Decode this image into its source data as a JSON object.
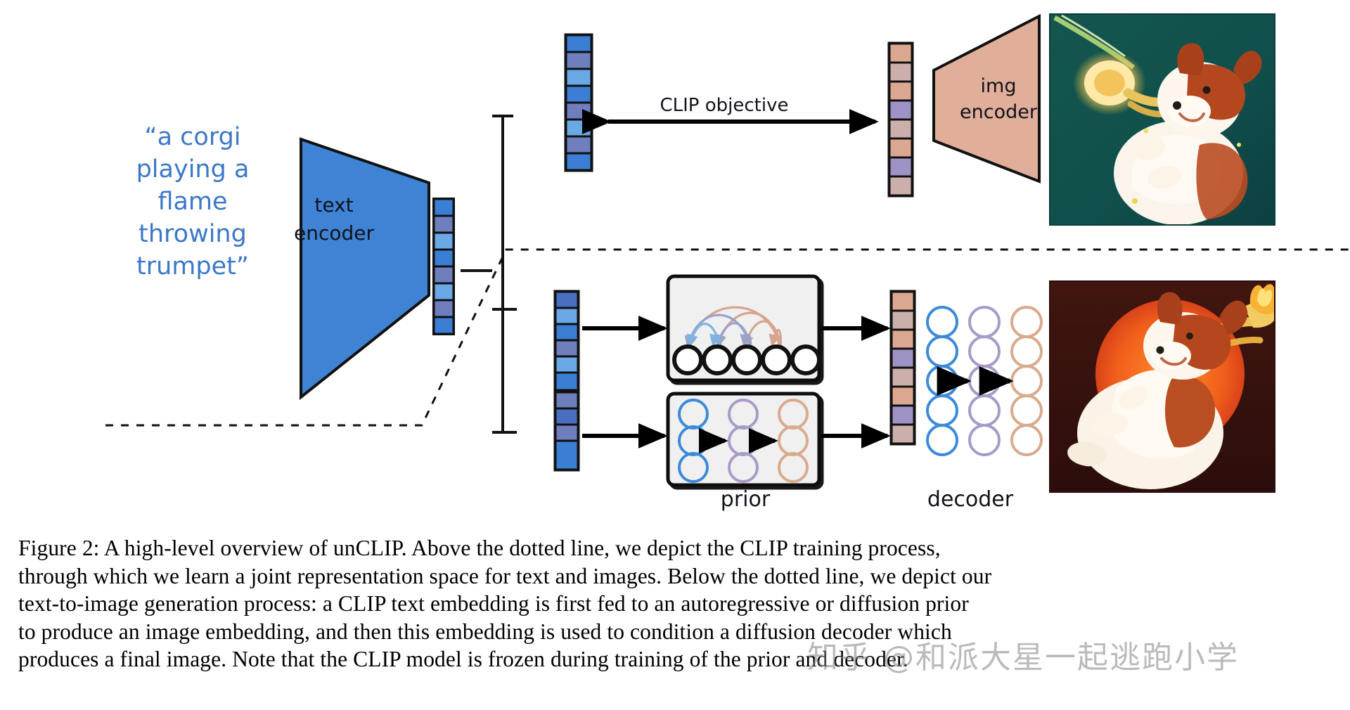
{
  "figure": {
    "number": "Figure 2",
    "domain_title": "unCLIP high-level overview diagram"
  },
  "diagram": {
    "prompt": "“a corgi playing a flame throwing trumpet”",
    "text_encoder_label": "text encoder",
    "img_encoder_label": "img encoder",
    "clip_objective_label": "CLIP objective",
    "prior_label": "prior",
    "decoder_label": "decoder",
    "colors": {
      "text_encoder_fill": "#3f83d4",
      "img_encoder_fill": "#e0ae99",
      "prompt_text": "#3c78c8",
      "panel_fill": "#f0f0f0",
      "panel_stroke": "#111111",
      "arrow": "#000000",
      "dotted_line": "#111111",
      "diffusion_blue": "#3d8bd8",
      "diffusion_purple": "#a89bc8",
      "diffusion_tan": "#d9ab8e"
    },
    "text_embedding_cells": [
      "#3b7fd4",
      "#6f7fbe",
      "#6aa8e6",
      "#3b7fd4",
      "#6f7fbe",
      "#6aa8e6",
      "#6f7fbe",
      "#3b7fd4",
      "#6aa8e6",
      "#6f7fbe",
      "#3b7fd4",
      "#4a6fc0"
    ],
    "image_embedding_cells": [
      "#dca791",
      "#cbafab",
      "#dca791",
      "#9f93c6",
      "#cbafab",
      "#dca791",
      "#9f93c6",
      "#cbafab",
      "#dca791",
      "#cbafab",
      "#9f93c6",
      "#dca791"
    ],
    "autoregressive_prior": {
      "node_count": 5,
      "arc_colors": [
        "#d5a58c",
        "#9aa3cb",
        "#7fb4e0",
        "#b9a9cd"
      ]
    },
    "diffusion_prior": {
      "columns": 3,
      "rows": 3,
      "column_colors": [
        "#3d8bd8",
        "#a89bc8",
        "#d9ab8e"
      ],
      "arrow_count": 2
    },
    "decoder_stack": {
      "columns": 3,
      "rows": 5,
      "column_colors": [
        "#3d8bd8",
        "#a89bc8",
        "#d9ab8e"
      ],
      "arrow_count": 2
    },
    "images": [
      {
        "name": "clip-training-corgi-image",
        "alt": "painting of a corgi playing a flame-throwing trumpet on teal background",
        "background": "#13534f"
      },
      {
        "name": "generated-corgi-image",
        "alt": "generated painting of a corgi playing a flame-throwing trumpet on dark red background with orange sun",
        "background": "#3c1412"
      }
    ]
  },
  "caption": {
    "lines": [
      "Figure 2: A high-level overview of unCLIP. Above the dotted line, we depict the CLIP training process,",
      "through which we learn a joint representation space for text and images. Below the dotted line, we depict our",
      "text-to-image generation process: a CLIP text embedding is first fed to an autoregressive or diffusion prior",
      "to produce an image embedding, and then this embedding is used to condition a diffusion decoder which",
      "produces a final image. Note that the CLIP model is frozen during training of the prior and decoder."
    ]
  },
  "watermark": {
    "text": "知乎 @和派大星一起逃跑小学"
  }
}
